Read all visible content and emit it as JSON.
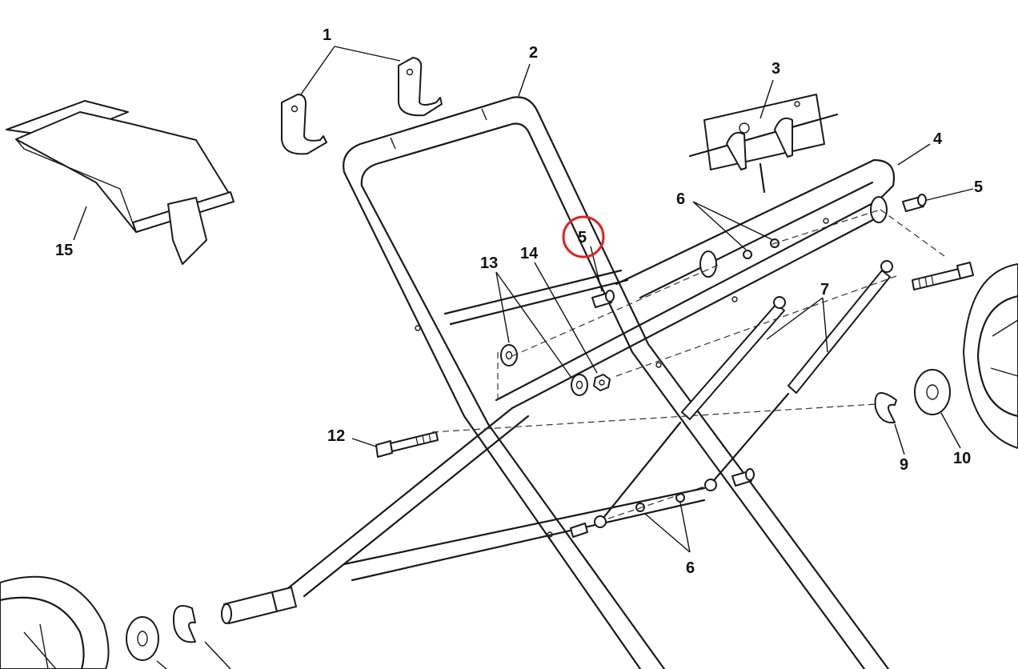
{
  "diagram": {
    "callouts": [
      {
        "id": "1",
        "text": "1"
      },
      {
        "id": "2",
        "text": "2"
      },
      {
        "id": "3",
        "text": "3"
      },
      {
        "id": "4",
        "text": "4"
      },
      {
        "id": "5a",
        "text": "5"
      },
      {
        "id": "5b",
        "text": "5"
      },
      {
        "id": "6a",
        "text": "6"
      },
      {
        "id": "6b",
        "text": "6"
      },
      {
        "id": "7",
        "text": "7"
      },
      {
        "id": "9",
        "text": "9"
      },
      {
        "id": "10",
        "text": "10"
      },
      {
        "id": "12",
        "text": "12"
      },
      {
        "id": "13",
        "text": "13"
      },
      {
        "id": "14",
        "text": "14"
      },
      {
        "id": "15",
        "text": "15"
      }
    ],
    "highlight": {
      "callout": "5b",
      "color": "#e02020"
    }
  }
}
